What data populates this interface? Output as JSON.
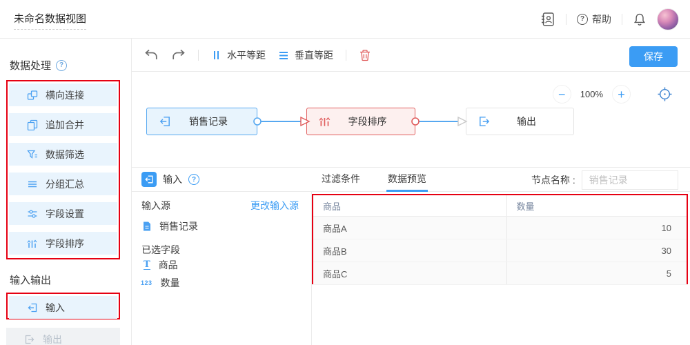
{
  "colors": {
    "accent_blue": "#3b9cf4",
    "node_red": "#e05c5c",
    "annotation_red": "#e60012",
    "sidebar_item_bg": "#e9f4fd",
    "node_blue_bg": "#e8f4fd",
    "node_red_bg": "#fdf0ef"
  },
  "header": {
    "title": "未命名数据视图",
    "help_label": "帮助"
  },
  "sidebar": {
    "section1_title": "数据处理",
    "items": [
      "横向连接",
      "追加合并",
      "数据筛选",
      "分组汇总",
      "字段设置",
      "字段排序"
    ],
    "section2_title": "输入输出",
    "input_label": "输入",
    "output_label": "输出"
  },
  "toolbar": {
    "h_equal": "水平等距",
    "v_equal": "垂直等距",
    "save_label": "保存"
  },
  "canvas": {
    "zoom_level": "100%",
    "minus": "−",
    "plus": "+",
    "nodes": [
      {
        "label": "销售记录"
      },
      {
        "label": "字段排序"
      },
      {
        "label": "输出"
      }
    ]
  },
  "panel": {
    "title": "输入",
    "tabs": [
      "过滤条件",
      "数据预览"
    ],
    "active_tab": "数据预览",
    "node_name_label": "节点名称 :",
    "node_name_value": "销售记录",
    "source_label": "输入源",
    "change_source_link": "更改输入源",
    "source_name": "销售记录",
    "fields_label": "已选字段",
    "fields": [
      {
        "type_icon": "T",
        "name": "商品"
      },
      {
        "type_icon": "123",
        "name": "数量"
      }
    ],
    "table": {
      "headers": [
        "商品",
        "数量"
      ],
      "rows": [
        [
          "商品A",
          "10"
        ],
        [
          "商品B",
          "30"
        ],
        [
          "商品C",
          "5"
        ]
      ]
    }
  }
}
